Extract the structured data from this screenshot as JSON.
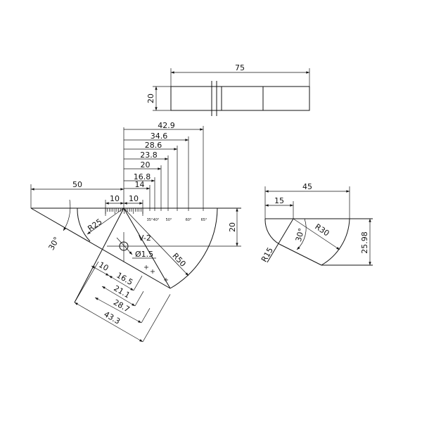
{
  "top_view": {
    "length": "75",
    "thickness": "20"
  },
  "main_view": {
    "width_left": "50",
    "scale_left": "10",
    "scale_right": "10",
    "height": "20",
    "angle": "30°",
    "r_small": "R25",
    "r_large": "R50",
    "block_name": "V-2",
    "hole": "Ø1.5",
    "top_dims": [
      "42.9",
      "34.6",
      "28.6",
      "23.8",
      "20",
      "16.8",
      "14"
    ],
    "angle_marks": [
      "35°",
      "40°",
      "50°",
      "60°",
      "65°"
    ],
    "lower_dims": [
      "10",
      "16.5",
      "21.1",
      "28.7",
      "43.3"
    ]
  },
  "side_view": {
    "width": "45",
    "offset": "15",
    "angle": "30°",
    "r_large": "R30",
    "r_small": "R15",
    "height": "25.98"
  },
  "colors": {
    "line": "#111111",
    "background": "#ffffff"
  }
}
